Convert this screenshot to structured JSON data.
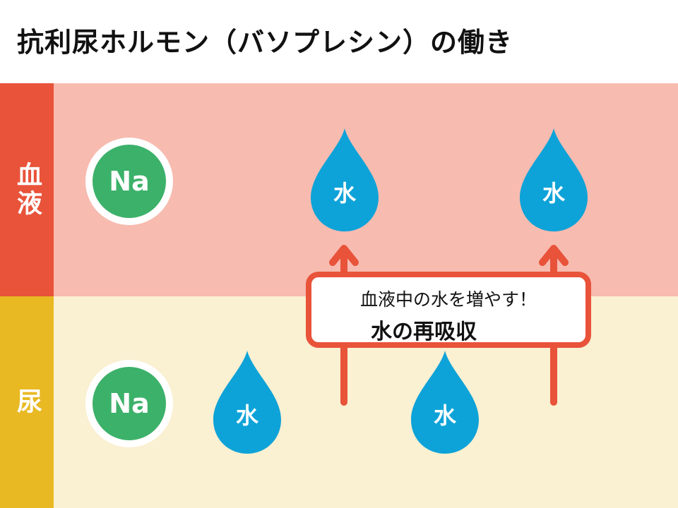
{
  "title": "抗利尿ホルモン（バソプレシン）の働き",
  "colors": {
    "blood_label_bg": "#e8533a",
    "blood_band_bg": "#f7bbb0",
    "urine_label_bg": "#e8b923",
    "urine_band_bg": "#faf0d2",
    "sodium": "#3cb16a",
    "water": "#0ea3d8",
    "arrow": "#e8533a"
  },
  "bands": {
    "blood": {
      "label": "血液"
    },
    "urine": {
      "label": "尿"
    }
  },
  "sodium_label": "Na",
  "water_label": "水",
  "callout": {
    "sub": "血液中の水を増やす！",
    "main": "水の再吸収"
  },
  "icons": {
    "sodium": "sodium-circle-icon",
    "water": "water-drop-icon",
    "arrow": "up-arrow-icon"
  }
}
